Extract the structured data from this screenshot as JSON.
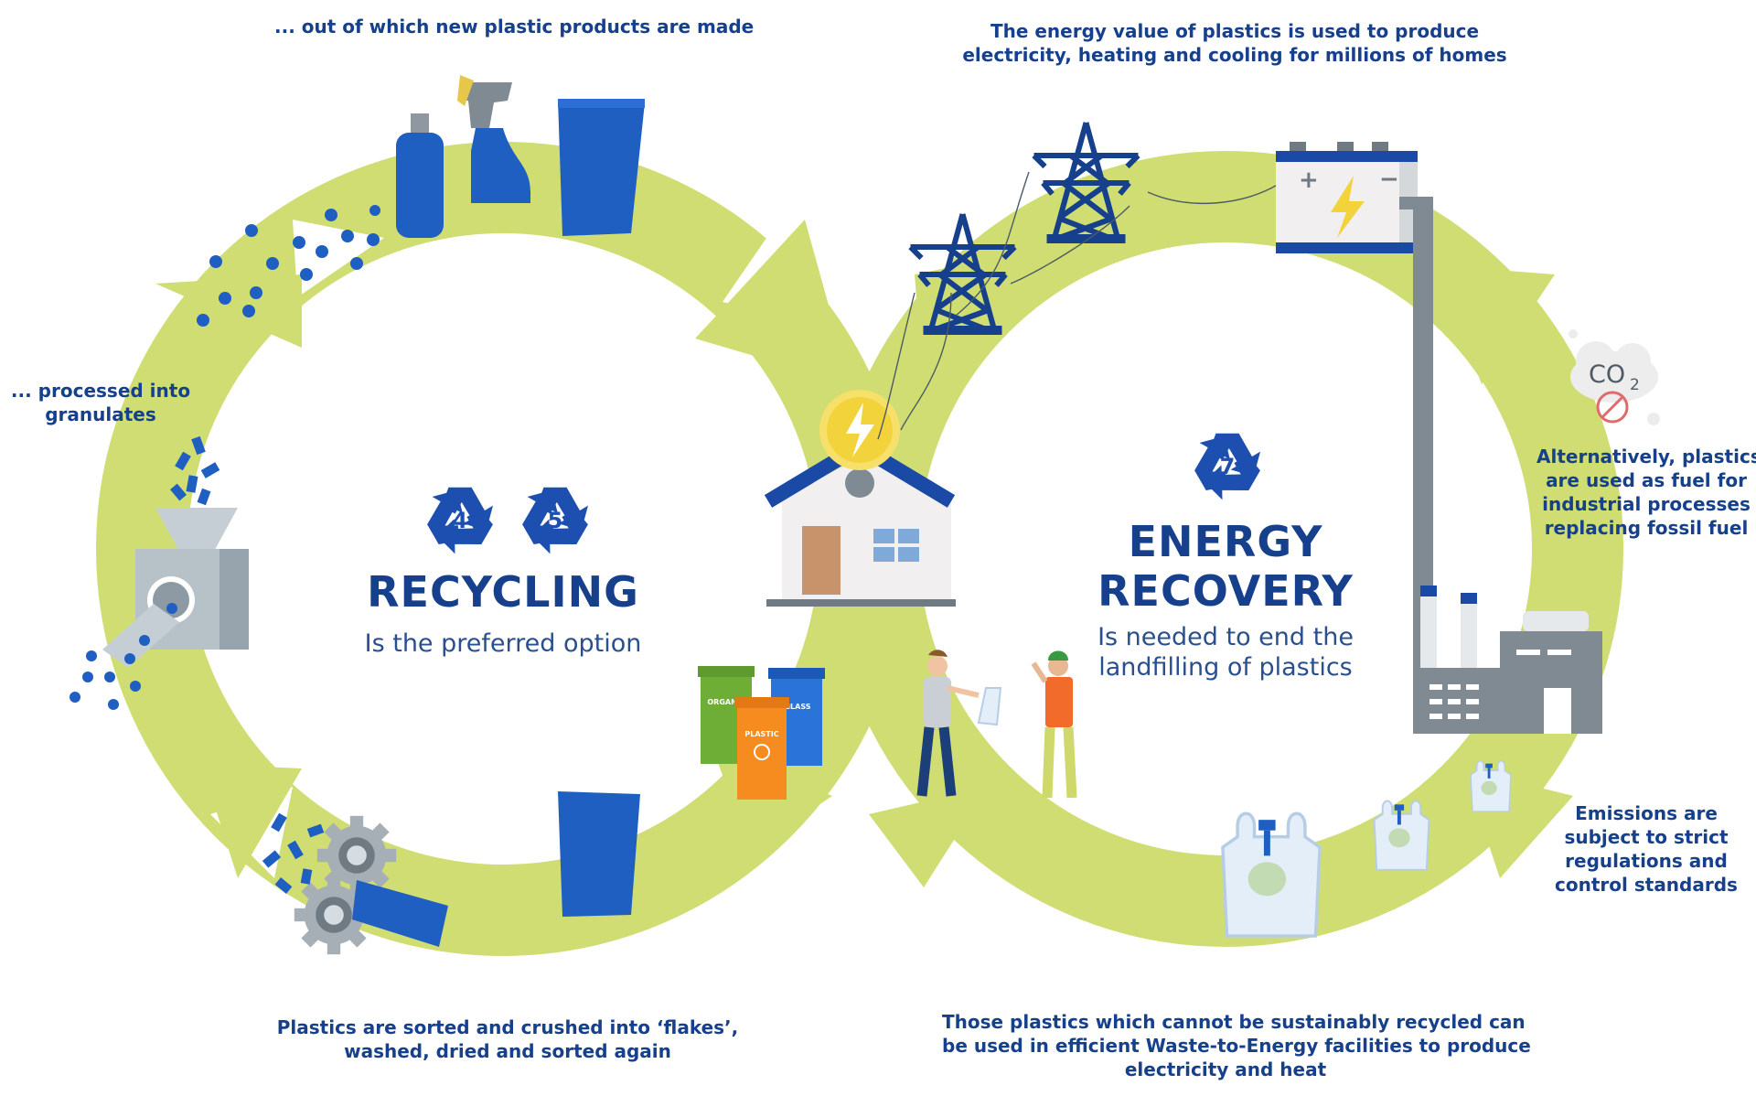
{
  "recycling": {
    "codes": [
      "4",
      "5"
    ],
    "title": "RECYCLING",
    "subtitle": "Is the preferred option"
  },
  "energy": {
    "code": "7",
    "title_line1": "ENERGY",
    "title_line2": "RECOVERY",
    "subtitle_line1": "Is needed to end the",
    "subtitle_line2": "landfilling of plastics"
  },
  "captions": {
    "new_products": "... out of which new plastic products are made",
    "granulates_line1": "... processed into",
    "granulates_line2": "granulates",
    "flakes_line1": "Plastics are sorted and crushed into ‘flakes’,",
    "flakes_line2": "washed, dried and sorted again",
    "energy_value_line1": "The energy value of plastics is used to produce",
    "energy_value_line2": "electricity, heating and cooling for millions of homes",
    "fuel_line1": "Alternatively, plastics",
    "fuel_line2": "are used as fuel for",
    "fuel_line3": "industrial processes",
    "fuel_line4": "replacing fossil fuel",
    "emissions_line1": "Emissions are",
    "emissions_line2": "subject to strict",
    "emissions_line3": "regulations and",
    "emissions_line4": "control standards",
    "wte_line1": "Those plastics which cannot be sustainably recycled can",
    "wte_line2": "be used in efficient Waste-to-Energy facilities to produce",
    "wte_line3": "electricity and heat"
  },
  "bins": {
    "organic": "ORGANIC",
    "plastic": "PLASTIC",
    "glass": "GLASS"
  },
  "co2": {
    "text": "CO",
    "subscript": "2"
  },
  "colors": {
    "loop_green": "#cfdd73",
    "navy": "#16408c",
    "blue": "#1f5fc1",
    "dark_blue": "#113f9e"
  }
}
